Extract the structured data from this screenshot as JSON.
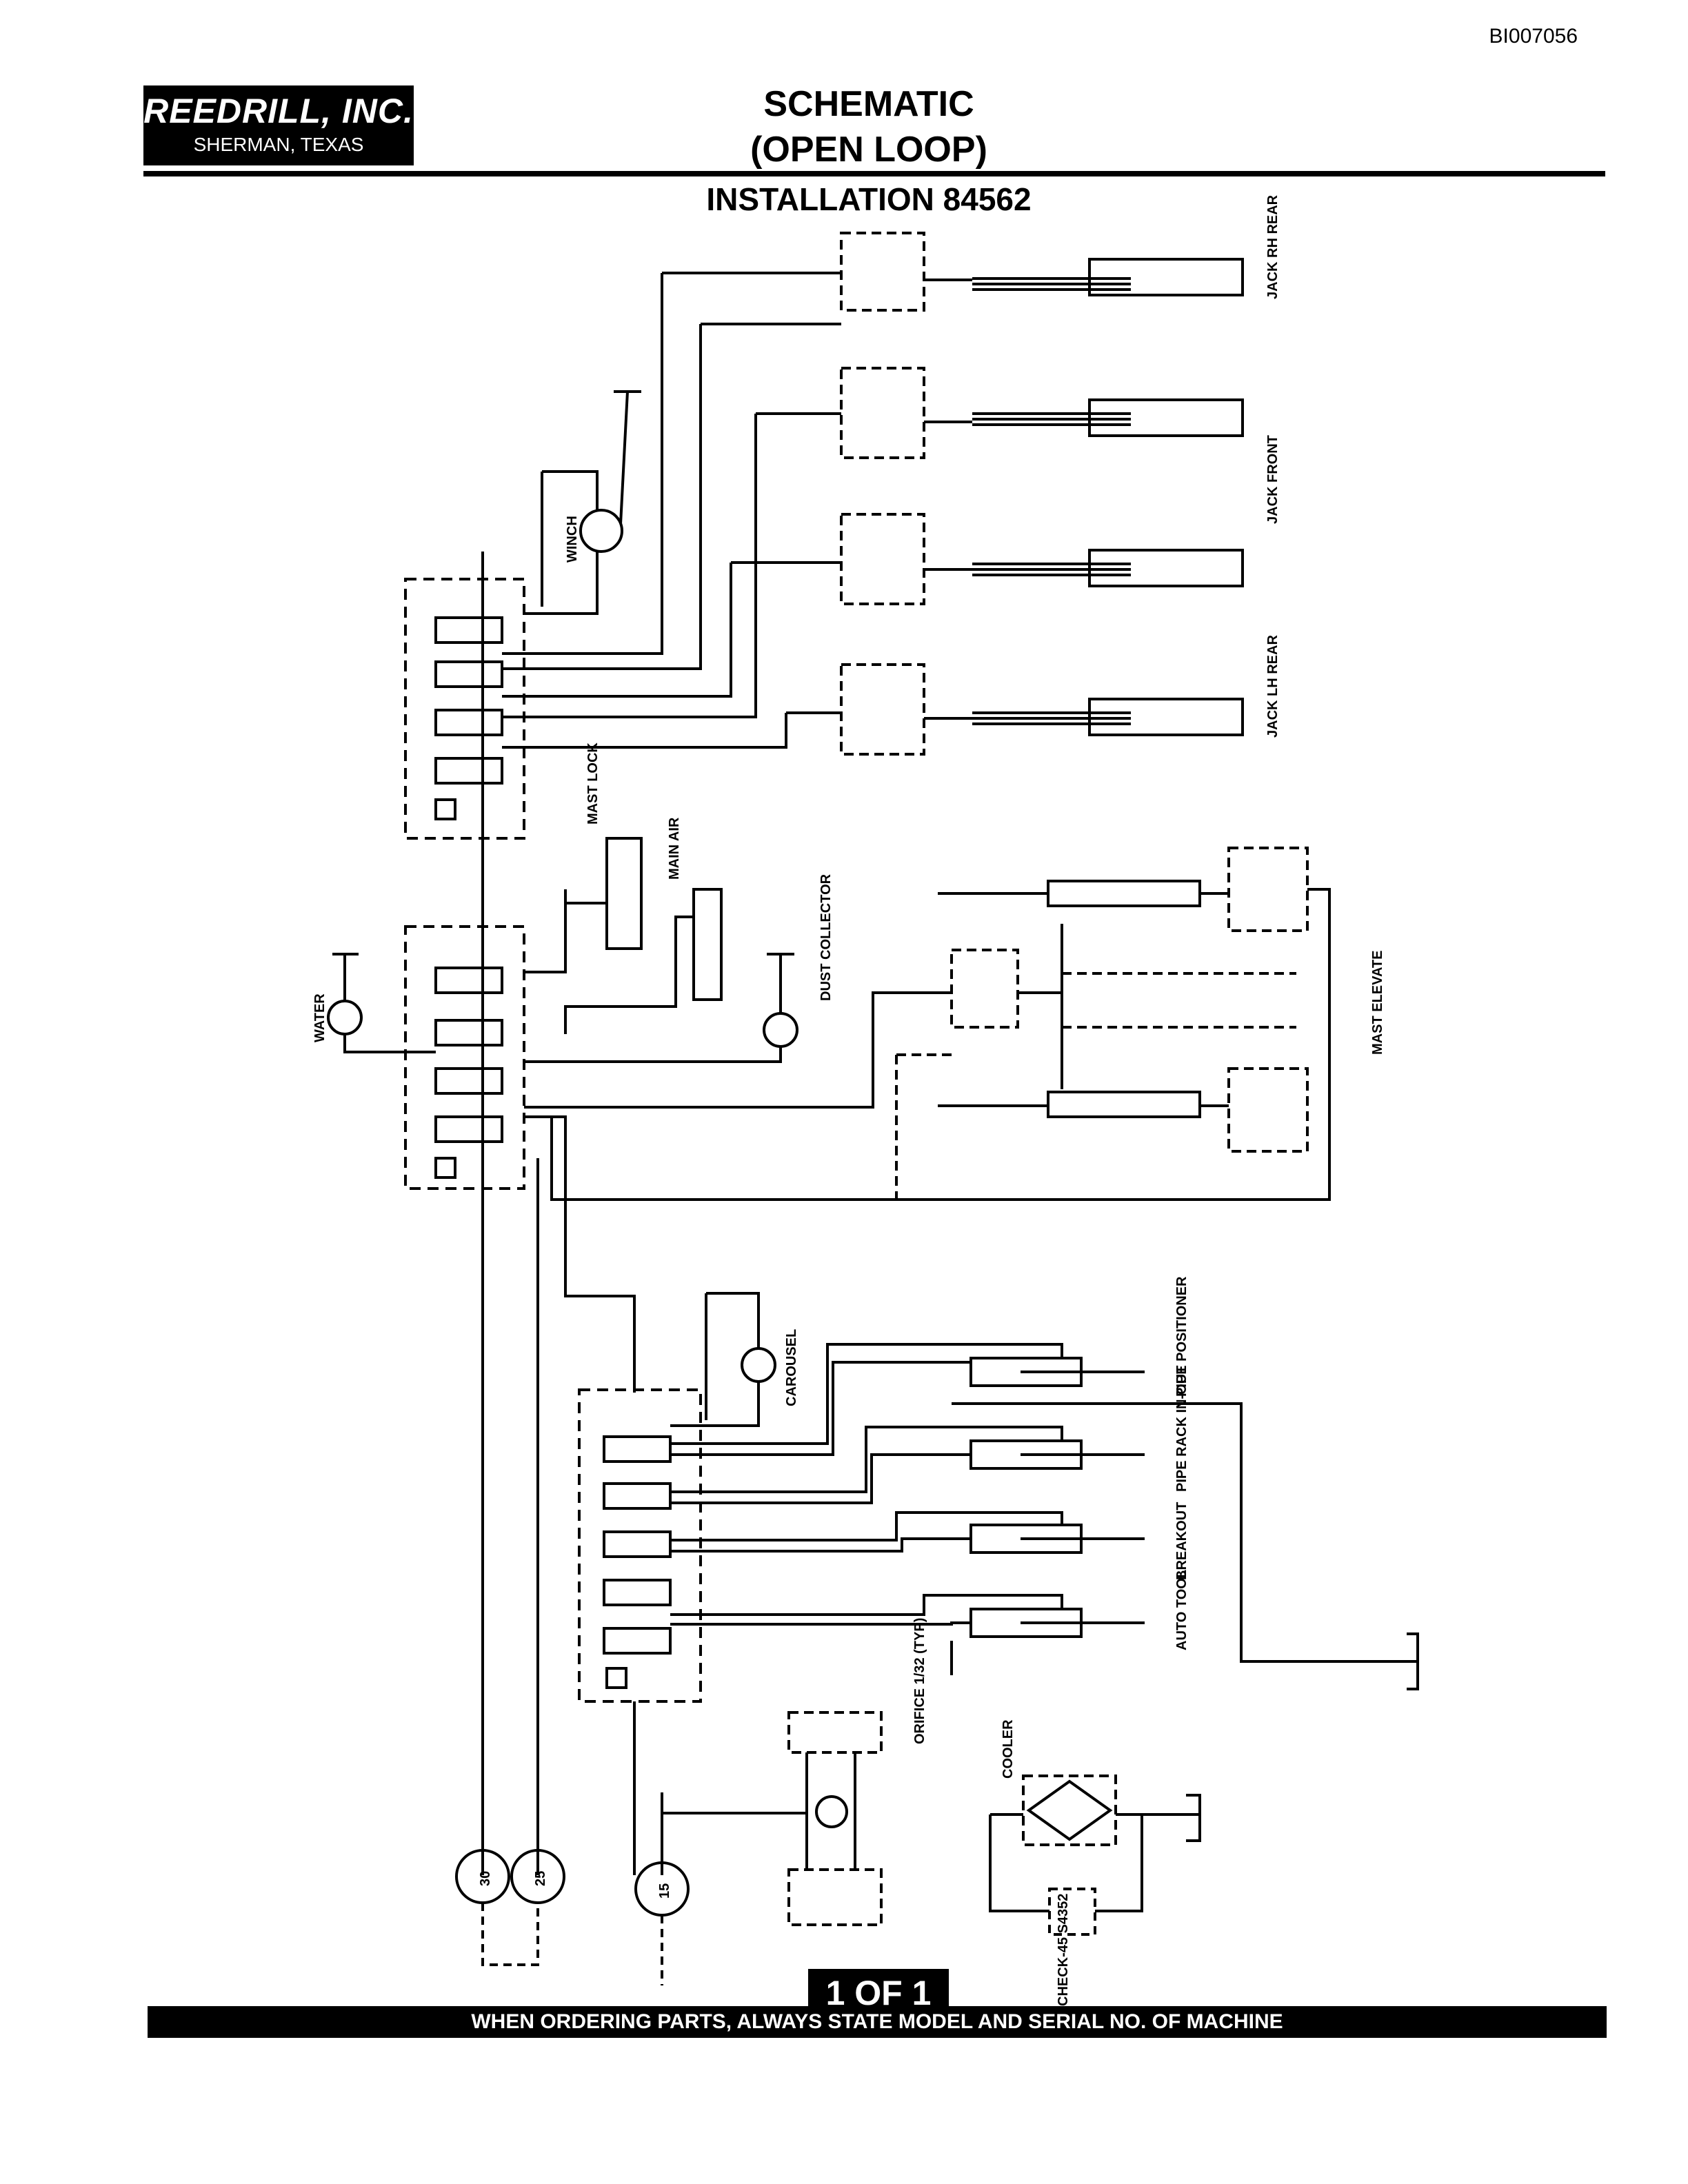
{
  "document_id": "BI007056",
  "logo": {
    "company": "REEDRILL, INC.",
    "location": "SHERMAN, TEXAS"
  },
  "title": {
    "line1": "SCHEMATIC",
    "line2": "(OPEN LOOP)"
  },
  "installation": "INSTALLATION 84562",
  "labels": {
    "jack_rh_rear": "JACK RH REAR",
    "jack_front": "JACK FRONT",
    "jack_lh_rear": "JACK LH REAR",
    "winch": "WINCH",
    "mast_lock": "MAST LOCK",
    "main_air": "MAIN AIR",
    "dust_collector": "DUST COLLECTOR",
    "water": "WATER",
    "mast_elevate": "MAST ELEVATE",
    "carousel": "CAROUSEL",
    "pipe_positioner": "PIPE POSITIONER",
    "pipe_rack": "PIPE RACK IN-OUT",
    "breakout": "BREAKOUT",
    "auto_tool": "AUTO TOOL",
    "orifice": "ORIFICE 1/32 (TYP)",
    "cooler": "COOLER",
    "check": "CHECK-45 S4352",
    "pump_30": "30",
    "pump_25": "25",
    "pump_15": "15"
  },
  "page_number": "1 OF 1",
  "footer": "WHEN ORDERING PARTS, ALWAYS STATE MODEL AND SERIAL NO. OF MACHINE"
}
